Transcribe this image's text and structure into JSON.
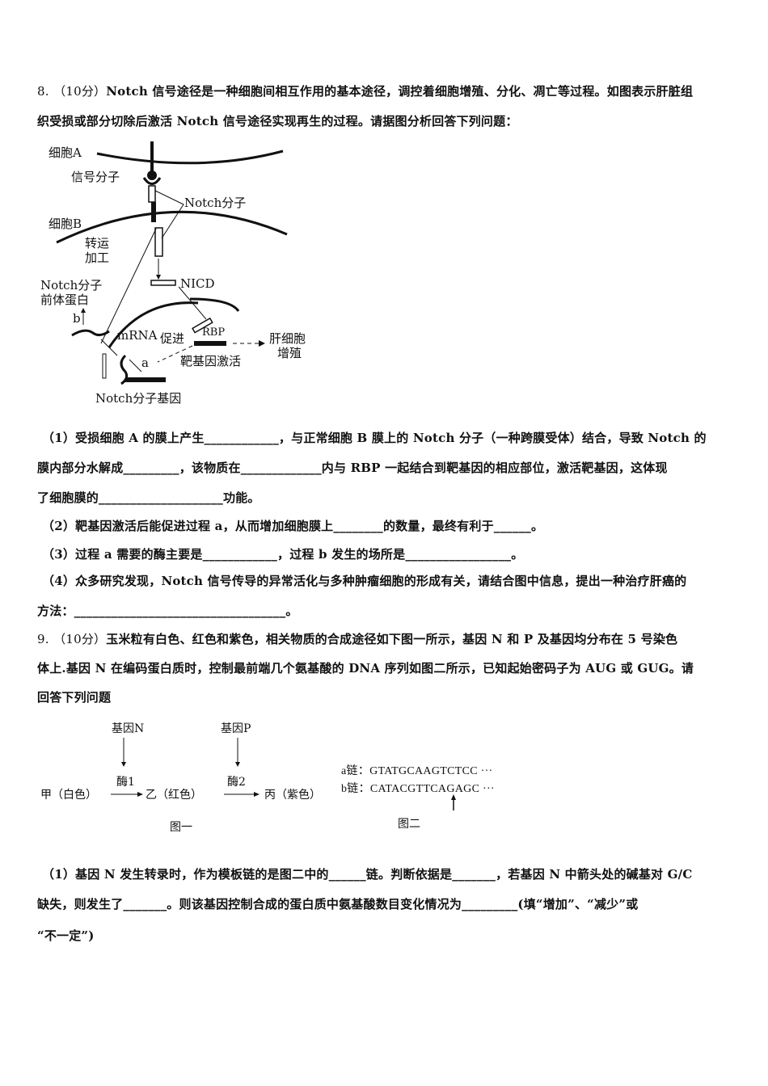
{
  "q8": {
    "number": "8.",
    "score": "（10分）",
    "lines": [
      "Notch 信号途径是一种细胞间相互作用的基本途径，调控着细胞增殖、分化、凋亡等过程。如图表示肝脏组",
      "织受损或部分切除后激活 Notch 信号途径实现再生的过程。请据图分析回答下列问题："
    ],
    "figure": {
      "cell_a": "细胞A",
      "signal_molecule": "信号分子",
      "notch_molecule": "Notch分子",
      "cell_b": "细胞B",
      "transport_1": "转运",
      "transport_2": "加工",
      "nicd": "NICD",
      "precursor_1": "Notch分子",
      "precursor_2": "前体蛋白",
      "b": "b",
      "mrna": "mRNA",
      "promote": "促进",
      "rbp": "RBP",
      "liver_1": "肝细胞",
      "liver_2": "增殖",
      "a": "a",
      "target_gene": "靶基因激活",
      "notch_gene": "Notch分子基因"
    },
    "sub": [
      "（1）受损细胞 A 的膜上产生____________，与正常细胞 B 膜上的 Notch 分子（一种跨膜受体）结合，导致 Notch 的",
      "膜内部分水解成_________，该物质在_____________内与 RBP 一起结合到靶基因的相应部位，激活靶基因，这体现",
      "了细胞膜的____________________功能。",
      "（2）靶基因激活后能促进过程 a，从而增加细胞膜上________的数量，最终有利于______。",
      "（3）过程 a 需要的酶主要是____________，过程 b 发生的场所是_________________。",
      "（4）众多研究发现，Notch 信号传导的异常活化与多种肿瘤细胞的形成有关，请结合图中信息，提出一种治疗肝癌的",
      "方法：__________________________________。"
    ]
  },
  "q9": {
    "number": "9.",
    "score": "（10分）",
    "lines": [
      "玉米粒有白色、红色和紫色，相关物质的合成途径如下图一所示，基因 N 和 P 及基因均分布在 5 号染色",
      "体上.基因 N 在编码蛋白质时，控制最前端几个氨基酸的 DNA 序列如图二所示，已知起始密码子为 AUG 或 GUG。请",
      "回答下列问题"
    ],
    "figure1": {
      "gene_n": "基因N",
      "gene_p": "基因P",
      "enzyme1": "酶1",
      "enzyme2": "酶2",
      "jia": "甲（白色）",
      "yi": "乙（红色）",
      "bing": "丙（紫色）",
      "caption": "图一"
    },
    "figure2": {
      "strand_a_label": "a链：",
      "strand_a": "GTATGCAAGTCTCC ···",
      "strand_b_label": "b链：",
      "strand_b": "CATACGTTCAGAGC ···",
      "caption": "图二"
    },
    "sub": [
      "（1）基因 N 发生转录时，作为模板链的是图二中的______链。判断依据是_______，若基因 N 中箭头处的碱基对 G/C",
      "缺失，则发生了_______。则该基因控制合成的蛋白质中氨基酸数目变化情况为_________(填“增加”、“减少”或",
      "“不一定”)"
    ]
  }
}
